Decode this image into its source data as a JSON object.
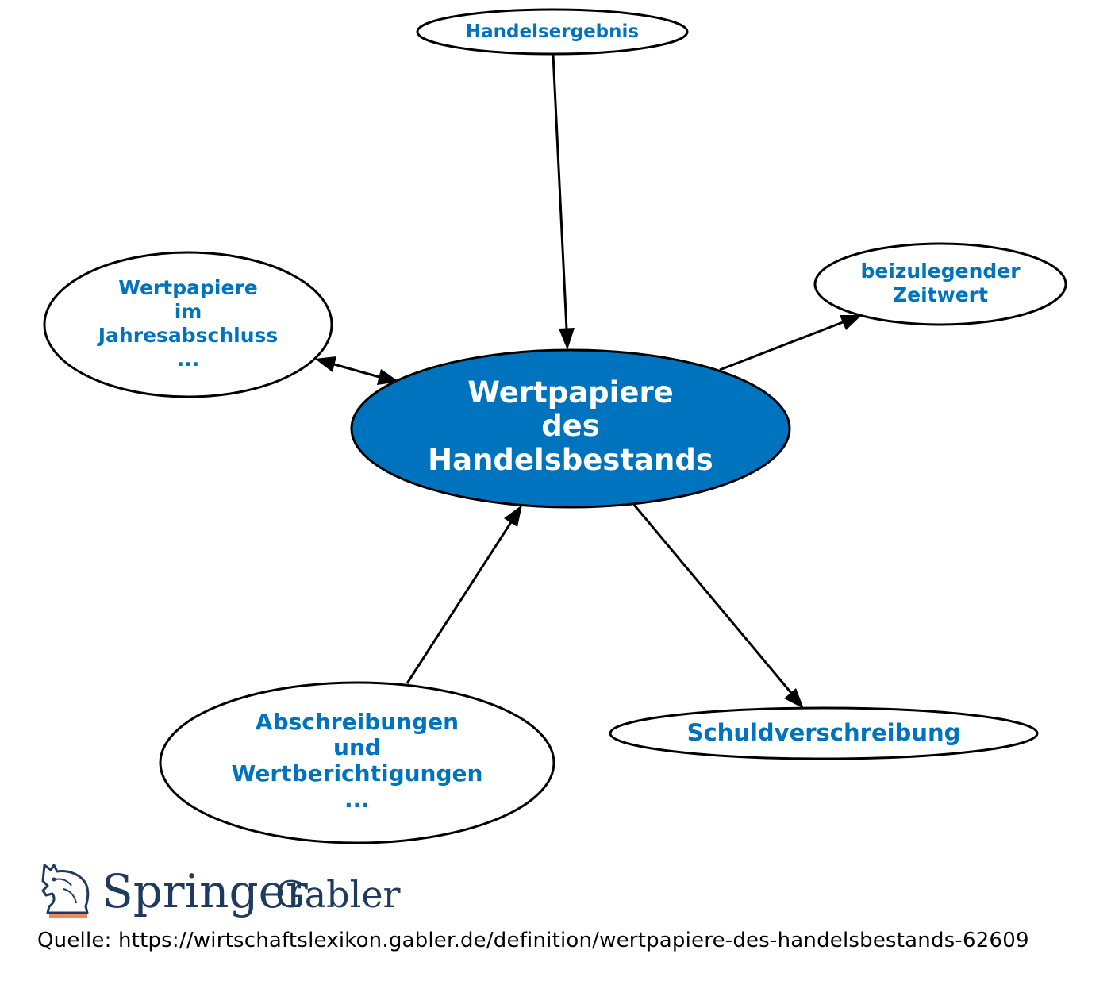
{
  "diagram": {
    "center": {
      "lines": [
        "Wertpapiere",
        "des",
        "Handelsbestands"
      ]
    },
    "nodes": {
      "handelsergebnis": {
        "lines": [
          "Handelsergebnis"
        ]
      },
      "wertpapiere_jahresabschluss": {
        "lines": [
          "Wertpapiere",
          "im",
          "Jahresabschluss",
          "..."
        ]
      },
      "beizulegender_zeitwert": {
        "lines": [
          "beizulegender",
          "Zeitwert"
        ]
      },
      "abschreibungen": {
        "lines": [
          "Abschreibungen",
          "und",
          "Wertberichtigungen",
          "..."
        ]
      },
      "schuldverschreibung": {
        "lines": [
          "Schuldverschreibung"
        ]
      }
    },
    "colors": {
      "center_fill": "#0073be",
      "node_text": "#0073be",
      "edge": "#000000",
      "logo_text": "#1f3a5f",
      "logo_underline": "#f08a5d"
    }
  },
  "logo": {
    "brand": "Springer",
    "sub": "Gabler"
  },
  "footer": {
    "source": "Quelle: https://wirtschaftslexikon.gabler.de/definition/wertpapiere-des-handelsbestands-62609"
  }
}
